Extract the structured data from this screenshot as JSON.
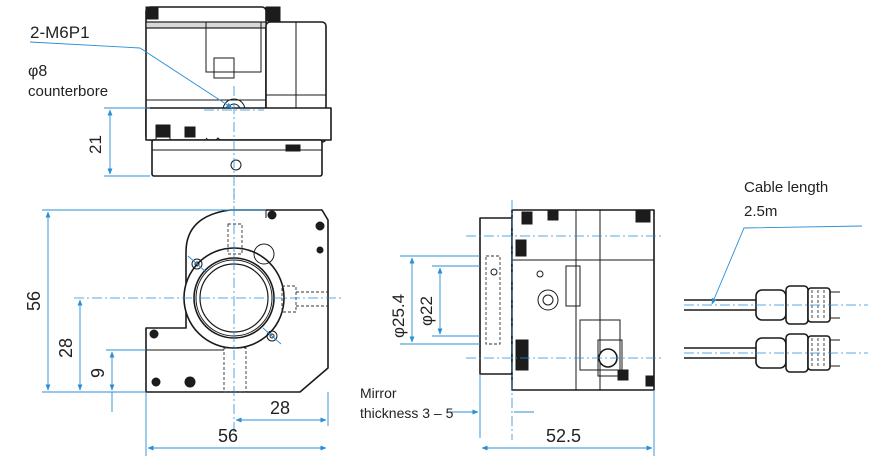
{
  "callouts": {
    "thread": "2-M6P1",
    "bore_dia": "φ8",
    "bore_type": "counterbore",
    "cable_line1": "Cable length",
    "cable_line2": "2.5m",
    "mirror_line1": "Mirror",
    "mirror_line2": "thickness 3 – 5"
  },
  "dimensions": {
    "top_height": "21",
    "total_height": "56",
    "center_height": "28",
    "base_height": "9",
    "center_width": "28",
    "total_width": "56",
    "dia_outer": "φ25.4",
    "dia_inner": "φ22",
    "depth": "52.5"
  },
  "colors": {
    "dimension_line": "#2a8fd6",
    "outline": "#1a1a1a"
  }
}
